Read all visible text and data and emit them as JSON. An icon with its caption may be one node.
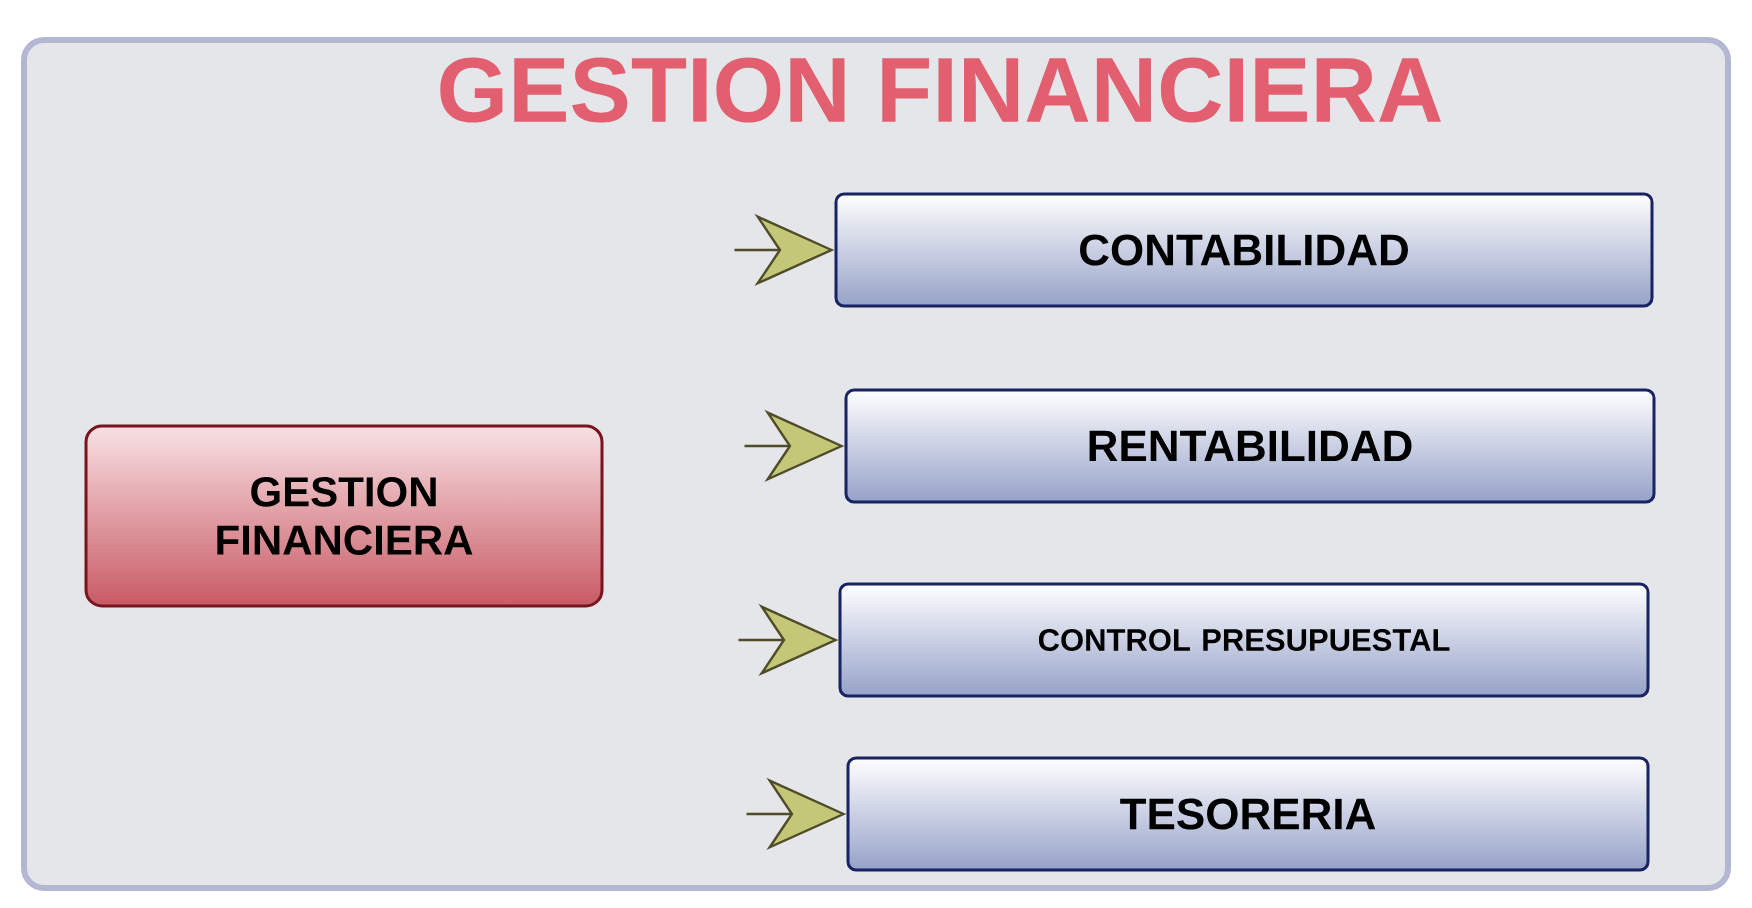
{
  "diagram": {
    "title": "GESTION FINANCIERA",
    "nodes": [
      {
        "text": [
          "GESTION FINANCIERA"
        ]
      },
      {
        "text": [
          "CONTABILIDAD"
        ]
      },
      {
        "text": [
          "RENTABILIDAD"
        ]
      },
      {
        "text": [
          "CONTROL PRESUPUESTAL"
        ]
      },
      {
        "text": [
          "TESORERIA"
        ]
      }
    ],
    "edges": [
      {
        "from": null,
        "to": 1,
        "arrow": "to"
      },
      {
        "from": null,
        "to": 2,
        "arrow": "to"
      },
      {
        "from": null,
        "to": 3,
        "arrow": "to"
      },
      {
        "from": null,
        "to": 4,
        "arrow": "to"
      }
    ]
  }
}
